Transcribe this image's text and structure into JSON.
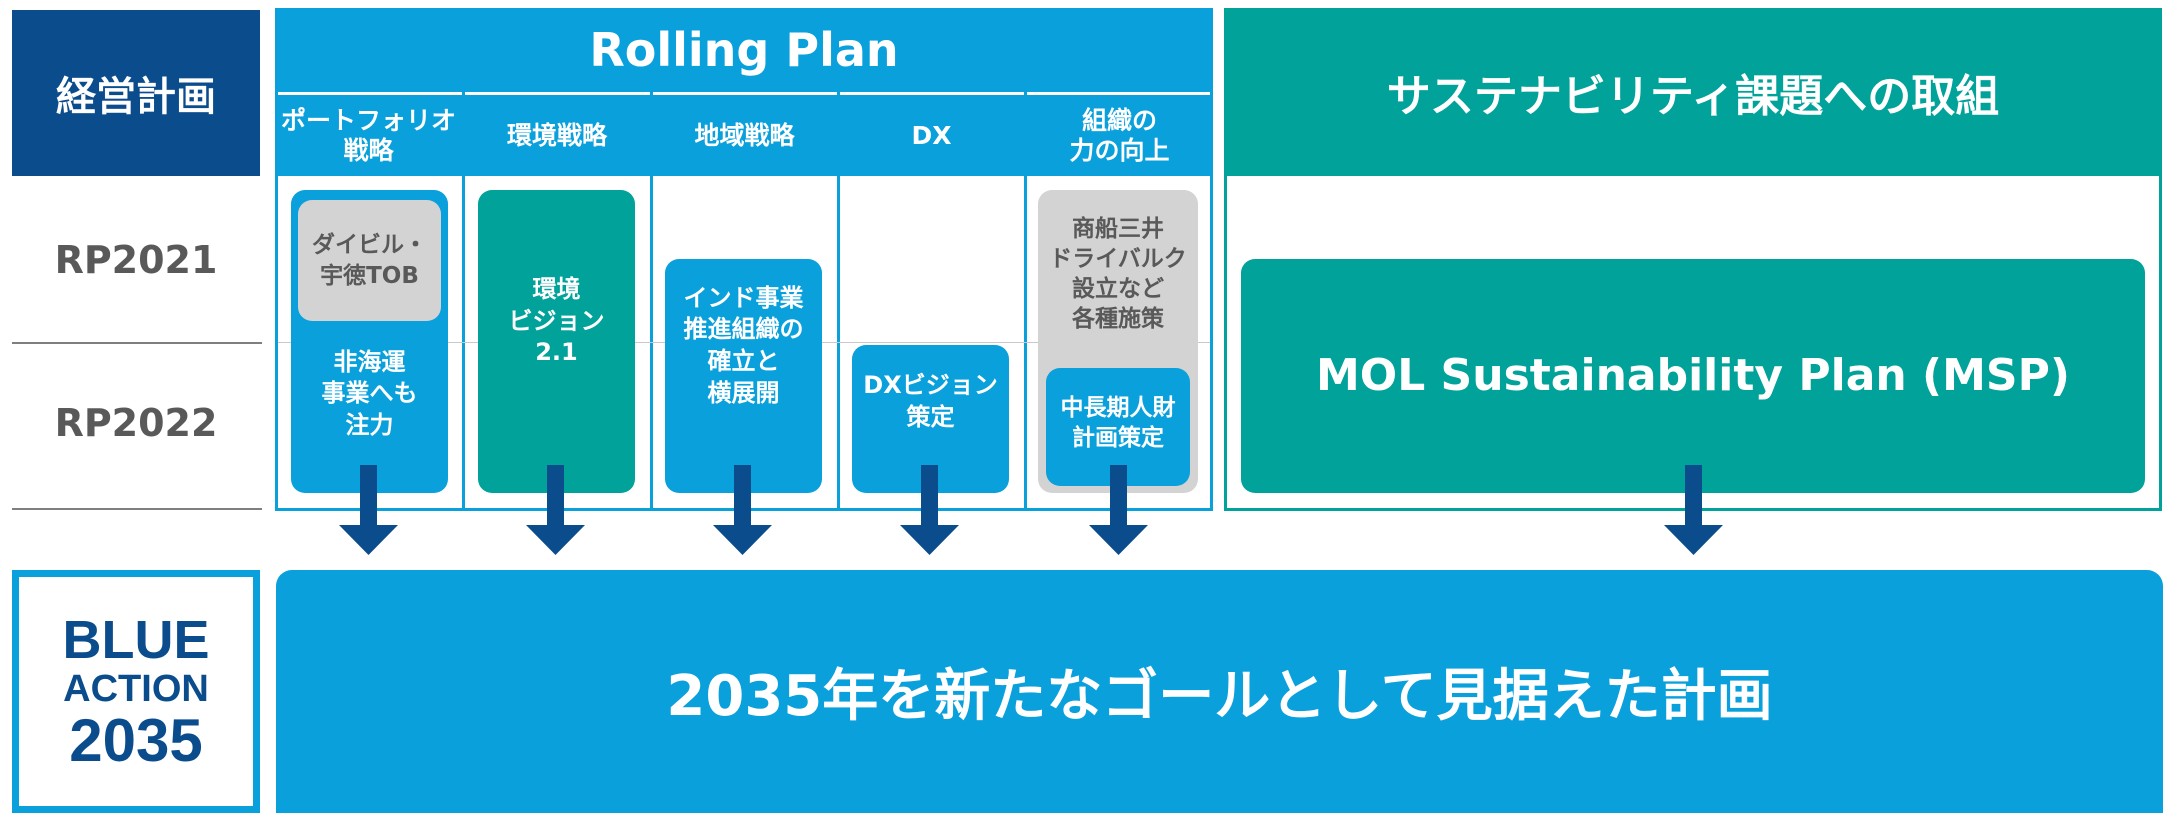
{
  "left": {
    "management_plan": "経営計画",
    "rows": [
      "RP2021",
      "RP2022"
    ]
  },
  "rolling_plan": {
    "title": "Rolling Plan",
    "columns": [
      "ポートフォリオ\n戦略",
      "環境戦略",
      "地域戦略",
      "DX",
      "組織の\n力の向上"
    ],
    "boxes": {
      "tob": "ダイビル・\n宇徳TOB",
      "non_shipping": "非海運\n事業へも\n注力",
      "env_vision": "環境\nビジョン\n2.1",
      "india": "インド事業\n推進組織の\n確立と\n横展開",
      "dx_vision": "DXビジョン\n策定",
      "dry_bulk": "商船三井\nドライバルク\n設立など\n各種施策",
      "hr_plan": "中長期人財\n計画策定"
    }
  },
  "sustainability": {
    "title": "サステナビリティ課題への取組",
    "msp": "MOL Sustainability Plan (MSP)"
  },
  "logo": {
    "line1": "BLUE",
    "line2": "ACTION",
    "line3": "2035"
  },
  "goal": "2035年を新たなゴールとして見据えた計画",
  "colors": {
    "navy": "#0b4c8c",
    "blue": "#0aa0dc",
    "green": "#00a29a",
    "grey": "#d3d3d3",
    "arrow": "#0b4c8c"
  }
}
